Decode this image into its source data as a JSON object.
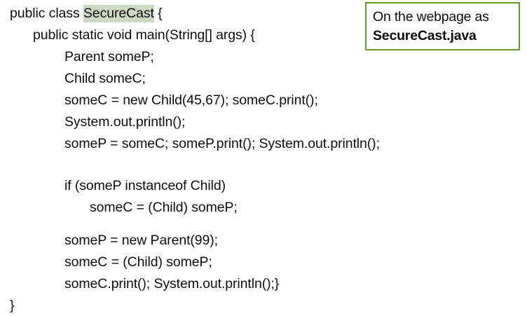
{
  "colors": {
    "background": "#ffffff",
    "text": "#0d0d0d",
    "highlight": "#ccd9c4",
    "callout_border": "#6a9a26"
  },
  "code": {
    "language": "java",
    "lines": [
      {
        "indent": 0,
        "text": "public class ",
        "highlight": "SecureCast",
        "suffix": " {",
        "gap": "none"
      },
      {
        "indent": 1,
        "text": "public static void main(String[] args) {",
        "gap": "none"
      },
      {
        "indent": 2,
        "text": "Parent someP;",
        "gap": "none"
      },
      {
        "indent": 2,
        "text": "Child someC;",
        "gap": "none"
      },
      {
        "indent": 2,
        "text": "someC = new Child(45,67); someC.print();",
        "gap": "none"
      },
      {
        "indent": 2,
        "text": "System.out.println();",
        "gap": "none"
      },
      {
        "indent": 2,
        "text": "someP = someC; someP.print(); System.out.println();",
        "gap": "none"
      },
      {
        "indent": 2,
        "text": "if (someP instanceof Child)",
        "gap": "large"
      },
      {
        "indent": 3,
        "text": "someC = (Child) someP;",
        "gap": "none"
      },
      {
        "indent": 2,
        "text": "someP = new Parent(99);",
        "gap": "small"
      },
      {
        "indent": 2,
        "text": "someC = (Child) someP;",
        "gap": "none"
      },
      {
        "indent": 2,
        "text": "someC.print(); System.out.println();}",
        "gap": "none"
      },
      {
        "indent": 0,
        "text": "}",
        "gap": "none"
      }
    ]
  },
  "callout": {
    "line1": "On the webpage as",
    "line2": "SecureCast.java"
  }
}
